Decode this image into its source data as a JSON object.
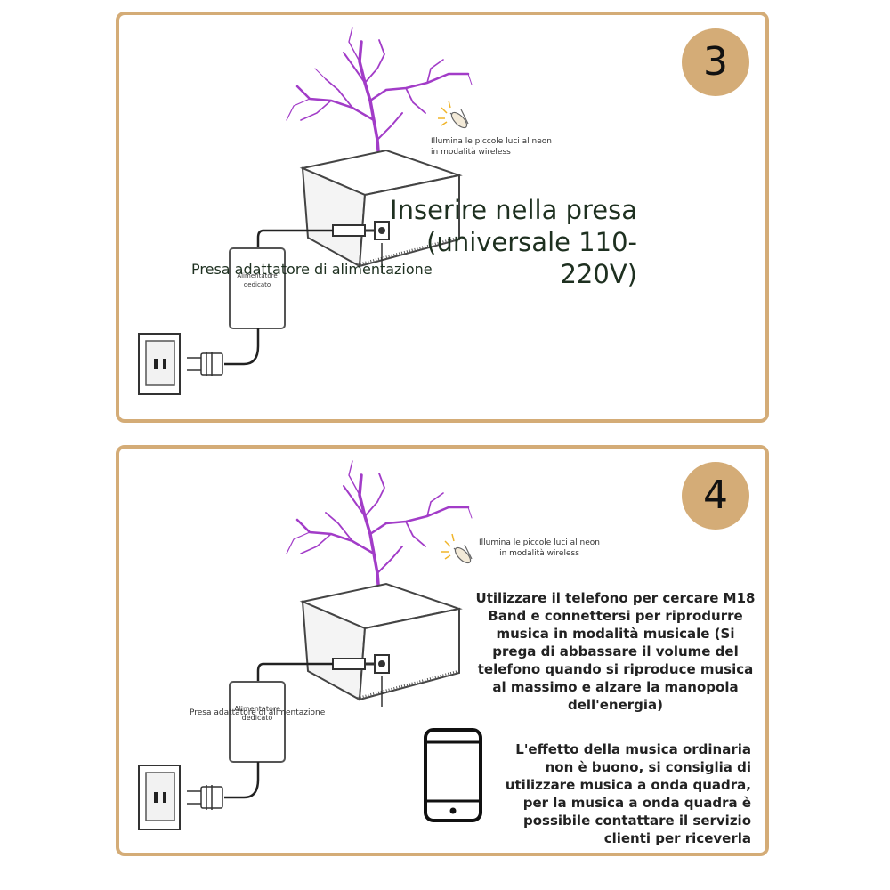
{
  "step3": {
    "number": "3",
    "tip_label": "Illumina le piccole luci al neon in modalità wireless",
    "title": "Inserire nella presa (universale 110-220V)",
    "adapter_label": "Alimentatore dedicato",
    "port_label": "Presa adattatore di alimentazione"
  },
  "step4": {
    "number": "4",
    "tip_label": "Illumina le piccole luci al neon in modalità wireless",
    "adapter_label": "Alimentatore dedicato",
    "port_label": "Presa adattatore di alimentazione",
    "instruction": "Utilizzare il telefono per cercare M18 Band e connettersi per riprodurre musica in modalità musicale (Si prega di abbassare il volume del telefono quando si riproduce musica al massimo e alzare la manopola dell'energia)",
    "note": "L'effetto della musica ordinaria non è buono, si consiglia di utilizzare musica a onda quadra, per la musica a onda quadra è possibile contattare il servizio clienti per riceverla"
  },
  "colors": {
    "panel_border": "#d4ac77",
    "badge_fill": "#d4ac77",
    "arc_purple": "#a23cc8",
    "title_green": "#1e3020"
  },
  "icons": [
    "neon-bulb-icon",
    "wall-outlet-icon",
    "plug-icon",
    "smartphone-icon"
  ]
}
